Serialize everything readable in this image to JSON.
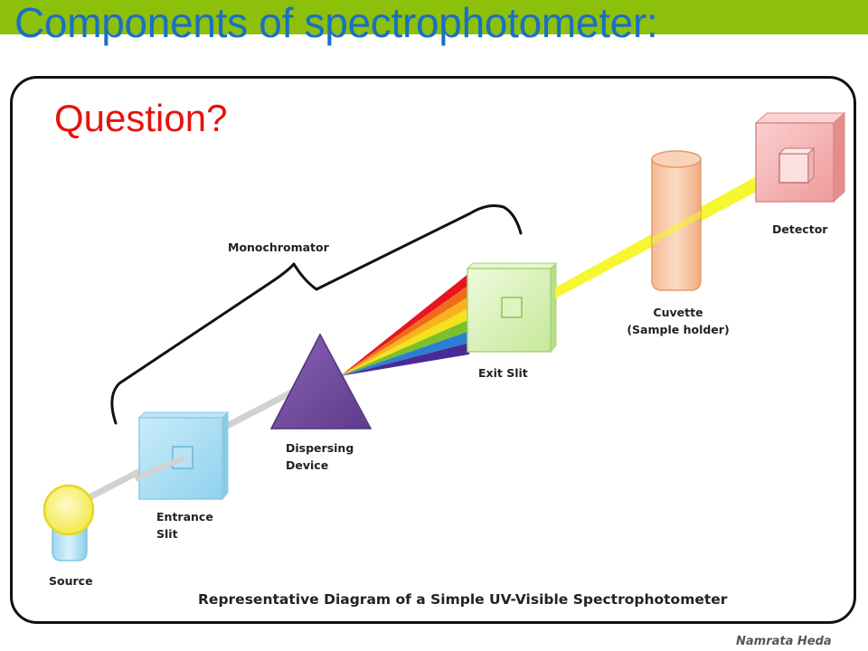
{
  "slide": {
    "title": "Components of spectrophotometer:",
    "question": "Question?",
    "credit": "Namrata Heda"
  },
  "diagram": {
    "caption": "Representative Diagram of a Simple UV-Visible Spectrophotometer",
    "labels": {
      "monochromator": "Monochromator",
      "source": "Source",
      "entrance_slit_1": "Entrance",
      "entrance_slit_2": "Slit",
      "dispersing_1": "Dispersing",
      "dispersing_2": "Device",
      "exit_slit": "Exit Slit",
      "cuvette_1": "Cuvette",
      "cuvette_2": "(Sample holder)",
      "detector": "Detector"
    },
    "colors": {
      "accent_bar": "#8cc00b",
      "title": "#1a6fc4",
      "question": "#e8120c",
      "beam_white": "#d4d4d4",
      "beam_yellow": "#f5f520",
      "prism": "#7b52a6",
      "entrance_box": "#a6dcf2",
      "exit_box": "#d6f0b0",
      "cuvette": "#f7c8a4",
      "detector_box": "#f2a8a8",
      "source_bulb": "#f7f27a"
    },
    "spectrum": [
      "#e8141e",
      "#f26a1b",
      "#f7b31d",
      "#f5e11e",
      "#7bbf2a",
      "#2a7fd4",
      "#4b2a96"
    ]
  }
}
